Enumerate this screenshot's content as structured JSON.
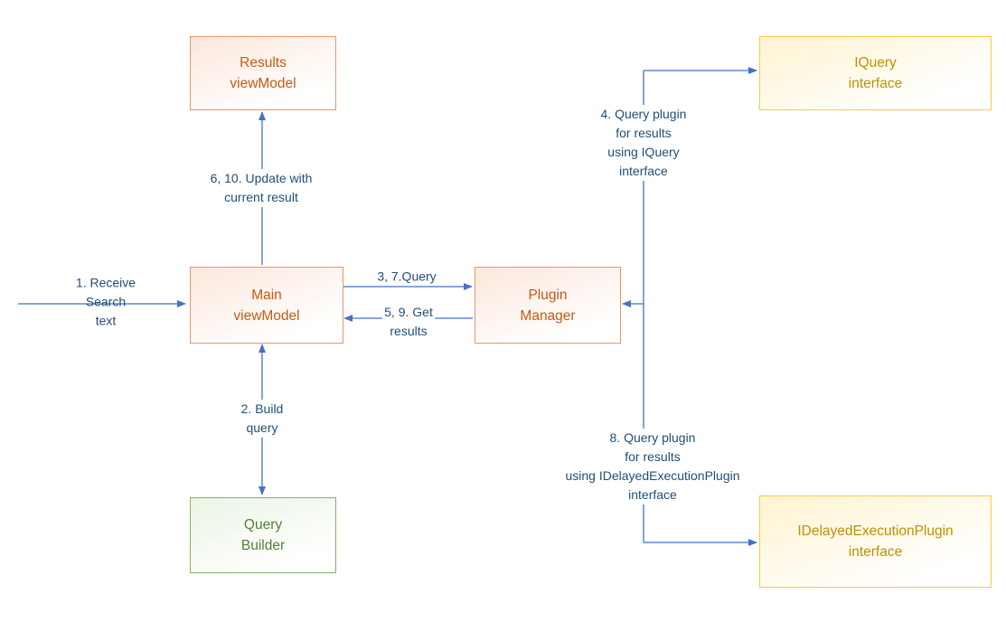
{
  "diagram": {
    "nodes": {
      "results_viewmodel": {
        "label": "Results\nviewModel"
      },
      "iquery_interface": {
        "label": "IQuery\ninterface"
      },
      "main_viewmodel": {
        "label": "Main\nviewModel"
      },
      "plugin_manager": {
        "label": "Plugin\nManager"
      },
      "query_builder": {
        "label": "Query\nBuilder"
      },
      "idelayed_interface": {
        "label": "IDelayedExecutionPlugin\ninterface"
      }
    },
    "edges": {
      "receive_search": {
        "label": "1. Receive\nSearch\ntext"
      },
      "update_result": {
        "label": "6, 10. Update with\ncurrent result"
      },
      "build_query": {
        "label": "2. Build\nquery"
      },
      "query": {
        "label": "3, 7.Query"
      },
      "get_results": {
        "label": "5, 9. Get\nresults"
      },
      "query_iquery": {
        "label": "4. Query plugin\nfor results\nusing IQuery\ninterface"
      },
      "query_idelayed": {
        "label": "8. Query plugin\nfor results\nusing IDelayedExecutionPlugin\ninterface"
      }
    },
    "colors": {
      "orange_border": "#ED9466",
      "orange_text": "#C55A11",
      "gold_border": "#FFC942",
      "gold_text": "#BF9000",
      "green_border": "#81B366",
      "green_text": "#538135",
      "arrow": "#4472C4",
      "label_text": "#1F4E79"
    }
  }
}
